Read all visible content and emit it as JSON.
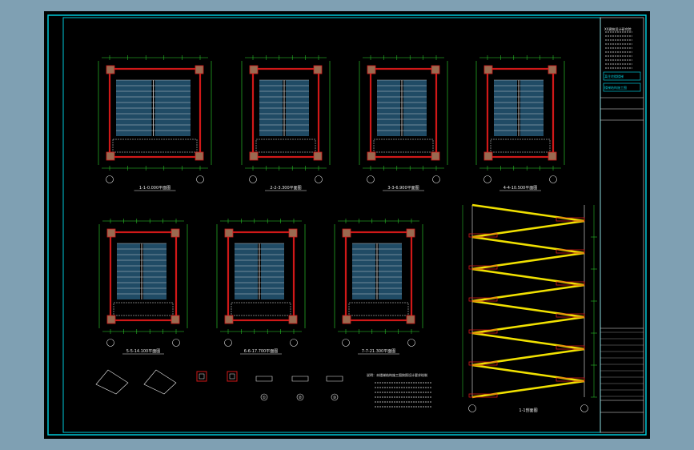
{
  "colors": {
    "frame_bg": "#000000",
    "outer_bg": "#7fa0b3",
    "cyan": "#00c8d7",
    "wall_red": "#d01818",
    "line_green": "#2edc2e",
    "white": "#e8e8e8",
    "yellow": "#f0e000",
    "stair_blue": "#3a88b8",
    "column_brown": "#9a6a50"
  },
  "plans": [
    {
      "id": "plan-1",
      "caption": "1-1-0.000平面图"
    },
    {
      "id": "plan-2",
      "caption": "2-2-3.300平面图"
    },
    {
      "id": "plan-3",
      "caption": "3-3-6.900平面图"
    },
    {
      "id": "plan-4",
      "caption": "4-4-10.500平面图"
    },
    {
      "id": "plan-5",
      "caption": "5-5-14.100平面图"
    },
    {
      "id": "plan-6",
      "caption": "6-6-17.700平面图"
    },
    {
      "id": "plan-7",
      "caption": "7-7-21.300平面图"
    }
  ],
  "section": {
    "caption": "1-1剖面图"
  },
  "details": [
    "①",
    "②",
    "③"
  ],
  "notes_title": "说明：本楼梯结构施工图按照设计要求绘制",
  "title_block": {
    "company": "XX建筑设计研究院",
    "project": "某住宅楼楼梯",
    "drawing": "楼梯结构施工图"
  }
}
